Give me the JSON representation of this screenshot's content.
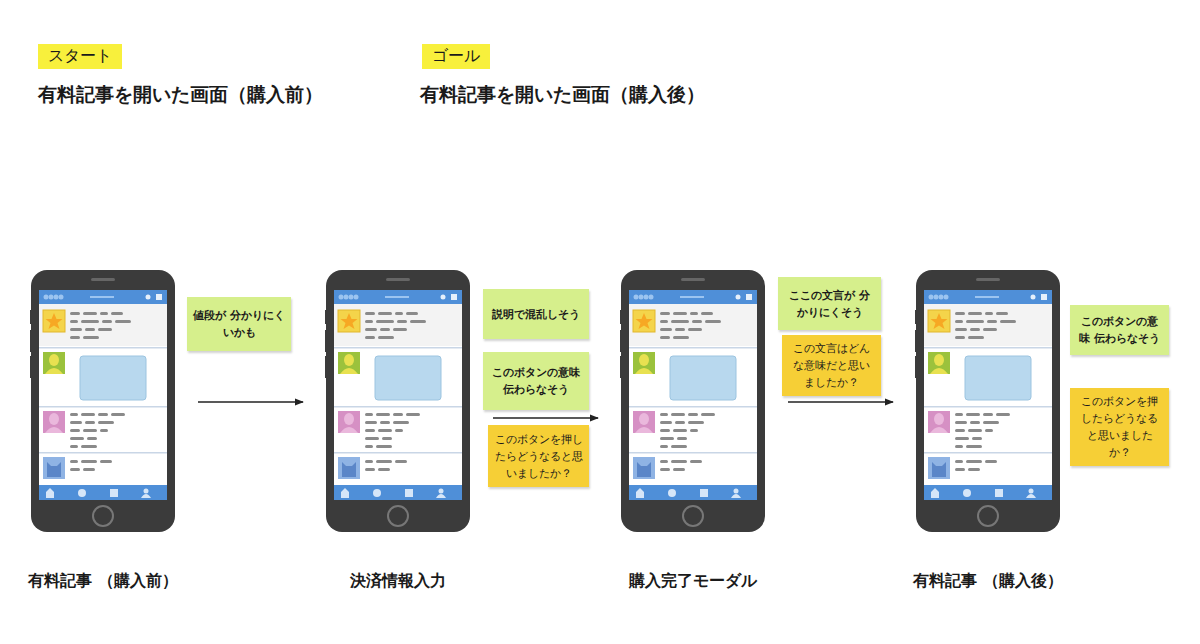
{
  "diagram": {
    "nodes": [
      {
        "text": [
          "有料記事 （購入前）"
        ]
      },
      {
        "text": [
          "値段が 分かりにくいかも"
        ]
      },
      {
        "text": [
          "決済情報入力"
        ]
      },
      {
        "text": [
          "説明で混乱しそう"
        ]
      },
      {
        "text": [
          "このボタンの意味 伝わらなそう"
        ]
      },
      {
        "text": [
          "このボタンを押したらどうなると思いましたか？"
        ]
      },
      {
        "text": [
          "購入完了モーダル"
        ]
      },
      {
        "text": [
          "ここの文言が 分かりにくそう"
        ]
      },
      {
        "text": [
          "この文言はどんな意味だと思いましたか？"
        ]
      },
      {
        "text": [
          "有料記事 （購入後）"
        ]
      },
      {
        "text": [
          "このボタンの意味 伝わらなそう"
        ]
      },
      {
        "text": [
          "このボタンを押したらどうなると思いましたか？"
        ]
      }
    ],
    "edges": [
      {
        "from": 0,
        "to": 2,
        "arrow": "to"
      },
      {
        "from": 2,
        "to": 6,
        "arrow": "to"
      },
      {
        "from": 6,
        "to": 9,
        "arrow": "to"
      }
    ],
    "labels": [
      "スタート",
      "有料記事を開いた画面（購入前）",
      "ゴール",
      "有料記事を開いた画面（購入後）"
    ]
  }
}
